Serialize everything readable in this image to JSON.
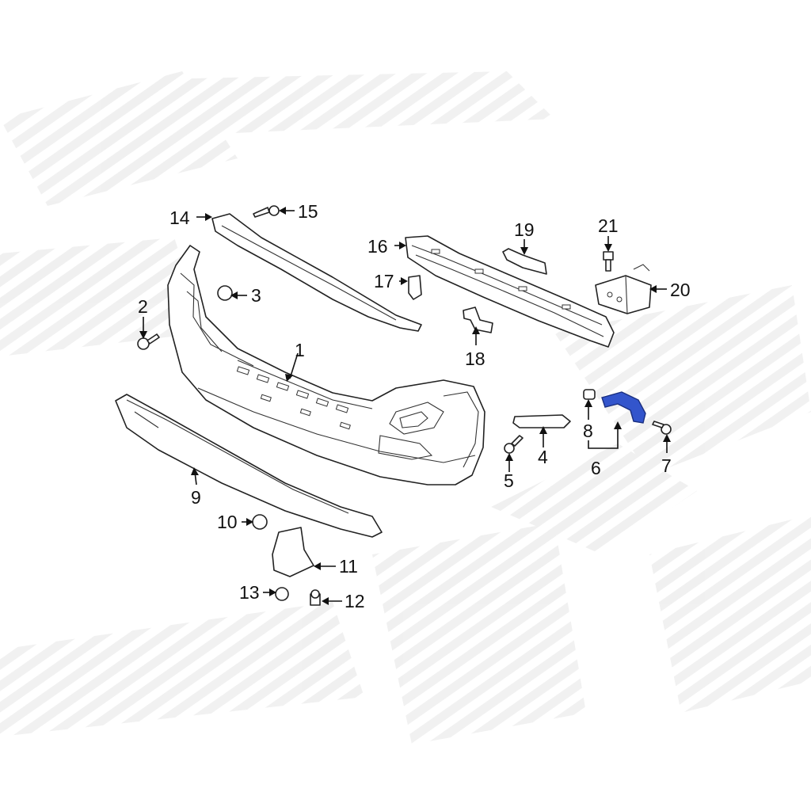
{
  "diagram": {
    "accent_color": "#3355cc",
    "callouts": {
      "c1": "1",
      "c2": "2",
      "c3": "3",
      "c4": "4",
      "c5": "5",
      "c6": "6",
      "c7": "7",
      "c8": "8",
      "c9": "9",
      "c10": "10",
      "c11": "11",
      "c12": "12",
      "c13": "13",
      "c14": "14",
      "c15": "15",
      "c16": "16",
      "c17": "17",
      "c18": "18",
      "c19": "19",
      "c20": "20",
      "c21": "21"
    }
  }
}
